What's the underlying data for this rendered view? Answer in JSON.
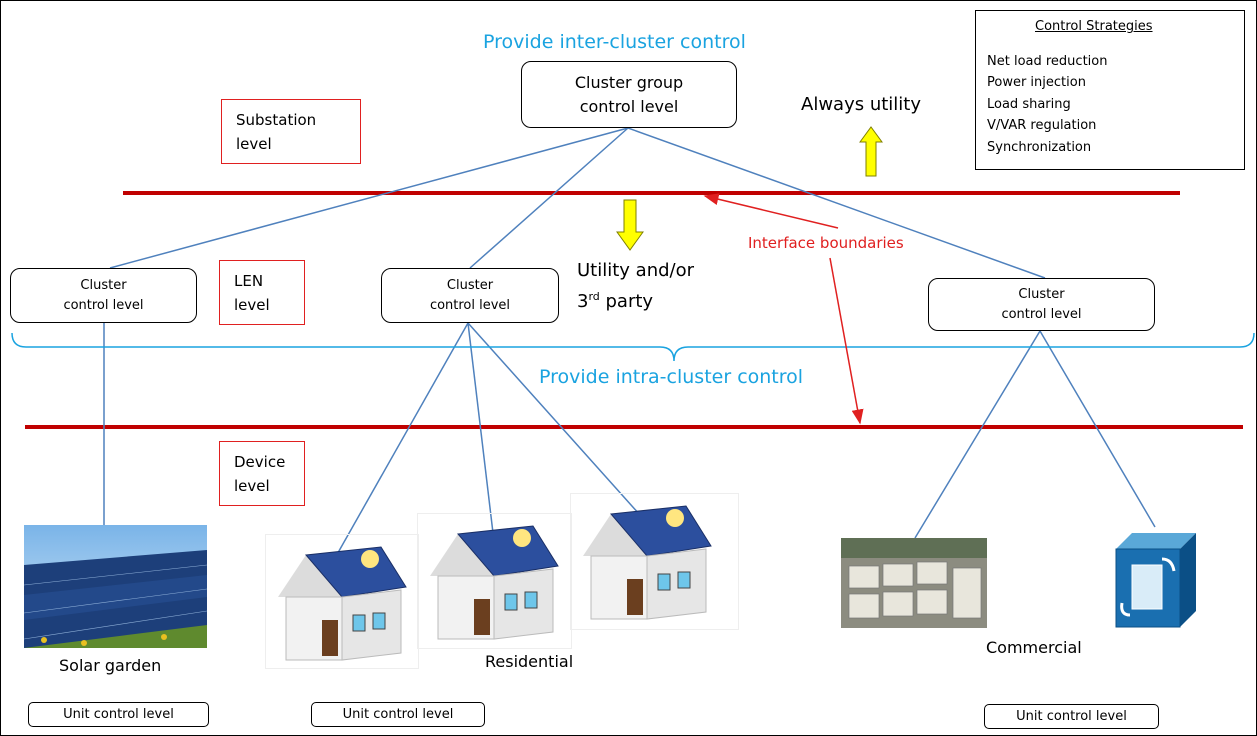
{
  "inter_cluster_label": "Provide inter-cluster control",
  "intra_cluster_label": "Provide intra-cluster control",
  "cluster_group": {
    "line1": "Cluster group",
    "line2": "control level"
  },
  "always_utility": "Always utility",
  "utility_third_party": {
    "line1": "Utility and/or",
    "line2a": "3",
    "sup": "rd",
    "line2b": " party"
  },
  "interface_boundaries": "Interface boundaries",
  "levels": {
    "substation": {
      "line1": "Substation",
      "line2": "level"
    },
    "len": {
      "line1": "LEN",
      "line2": "level"
    },
    "device": {
      "line1": "Device",
      "line2": "level"
    }
  },
  "cluster_controls": [
    {
      "line1": "Cluster",
      "line2": "control level"
    },
    {
      "line1": "Cluster",
      "line2": "control level"
    },
    {
      "line1": "Cluster",
      "line2": "control level"
    }
  ],
  "control_strategies": {
    "title": "Control Strategies",
    "items": [
      "Net  load reduction",
      "Power injection",
      "Load sharing",
      "V/VAR regulation",
      "Synchronization"
    ]
  },
  "groups": {
    "solar": "Solar garden",
    "residential": "Residential",
    "commercial": "Commercial"
  },
  "unit_control": [
    "Unit control level",
    "Unit control level",
    "Unit control level"
  ],
  "colors": {
    "boundary_line": "#c00000",
    "connector": "#4f81bd",
    "accent_blue": "#1aa3e0",
    "annotation_red": "#e02020",
    "arrow_yellow": "#ffff00"
  }
}
